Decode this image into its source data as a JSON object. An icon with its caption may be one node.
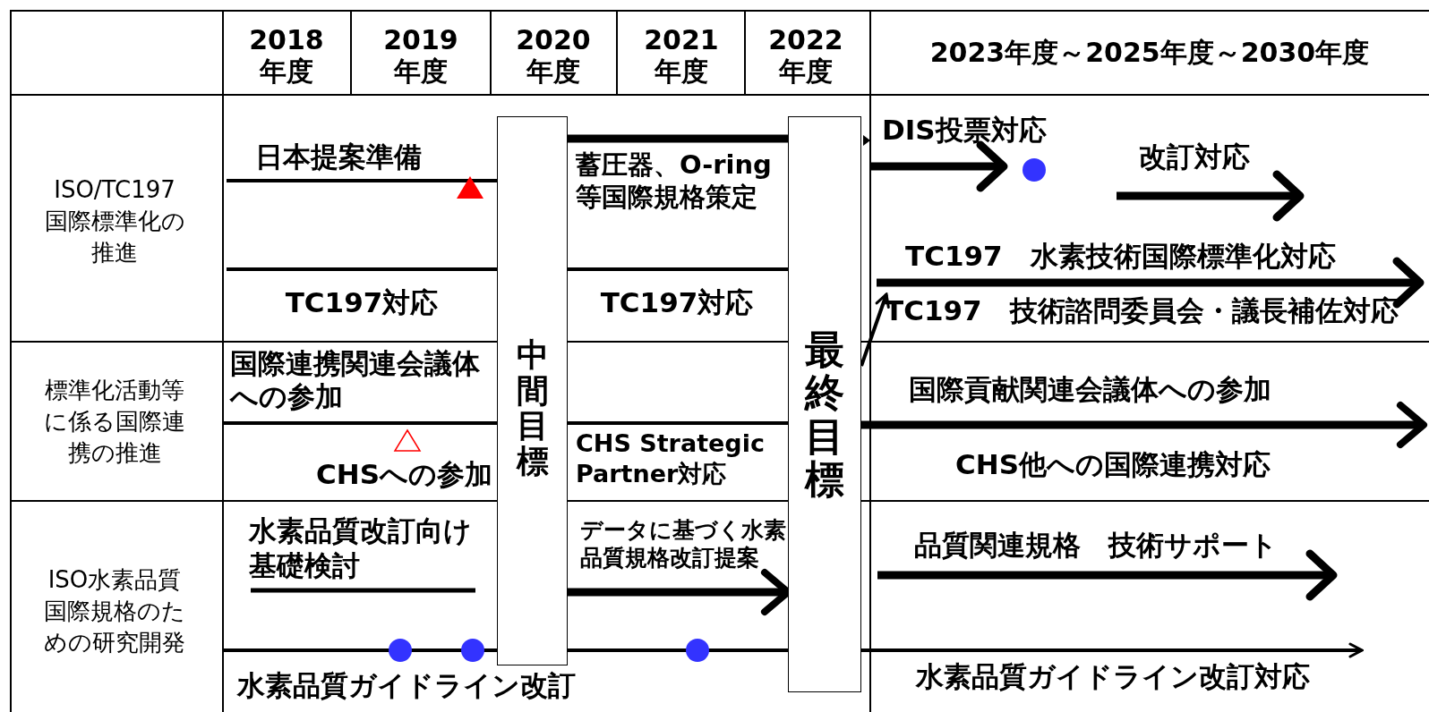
{
  "diagram": {
    "nodes": [
      {
        "text": [
          "中間目標"
        ]
      },
      {
        "text": [
          "最終目標"
        ]
      },
      {
        "text": [
          "TC197　技術諮問委員会・議長補佐対応"
        ]
      }
    ],
    "edges": [
      {
        "from": 0,
        "to": 1,
        "arrow": "to",
        "style": "thick"
      },
      {
        "from": 1,
        "to": 2,
        "arrow": "to"
      },
      {
        "from": 0,
        "to": 1,
        "arrow": "none",
        "style": "thick"
      },
      {
        "from": 0,
        "to": 1,
        "arrow": "none"
      },
      {
        "from": 0,
        "to": 1,
        "arrow": "none"
      },
      {
        "from": 0,
        "to": 1,
        "arrow": "none"
      },
      {
        "from": null,
        "to": 0,
        "arrow": "none"
      },
      {
        "from": null,
        "to": 0,
        "arrow": "none"
      },
      {
        "from": null,
        "to": 0,
        "arrow": "none"
      },
      {
        "from": null,
        "to": 0,
        "arrow": "none"
      },
      {
        "from": 1,
        "to": null,
        "arrow": "to",
        "style": "thick"
      },
      {
        "from": 1,
        "to": null,
        "arrow": "to"
      }
    ],
    "labels": [
      "2018年度",
      "2019年度",
      "2020年度",
      "2021年度",
      "2022年度",
      "2023年度～2025年度～2030年度",
      "ISO/TC197国際標準化の推進",
      "標準化活動等に係る国際連携の推進",
      "ISO水素品質国際規格のための研究開発",
      "日本提案準備",
      "蓄圧器、O-ring等国際規格策定",
      "TC197対応",
      "TC197対応",
      "DIS投票対応",
      "改訂対応",
      "TC197　水素技術国際標準化対応",
      "国際連携関連会議体への参加",
      "CHSへの参加",
      "CHS Strategic Partner対応",
      "国際貢献関連会議体への参加",
      "CHS他への国際連携対応",
      "水素品質改訂向け基礎検討",
      "データに基づく水素品質規格改訂提案",
      "品質関連規格　技術サポート",
      "水素品質ガイドライン改訂",
      "水素品質ガイドライン改訂対応"
    ]
  }
}
